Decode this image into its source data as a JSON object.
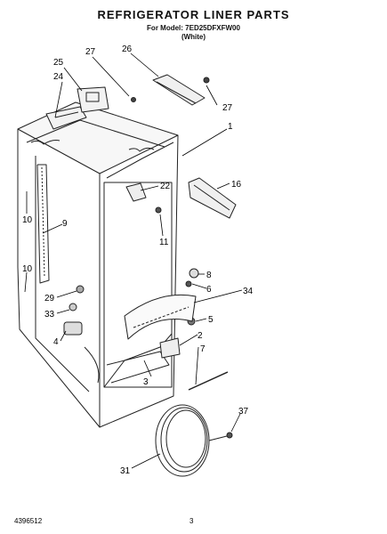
{
  "header": {
    "title": "REFRIGERATOR LINER PARTS",
    "model_line": "For Model: 7ED25DFXFW00",
    "color_line": "(White)"
  },
  "callouts": [
    "25",
    "27",
    "26",
    "24",
    "27",
    "1",
    "22",
    "16",
    "10",
    "9",
    "11",
    "8",
    "10",
    "6",
    "34",
    "29",
    "33",
    "5",
    "4",
    "2",
    "7",
    "3",
    "37",
    "31"
  ],
  "footer": {
    "document_number": "4396512",
    "page_number": "3"
  }
}
